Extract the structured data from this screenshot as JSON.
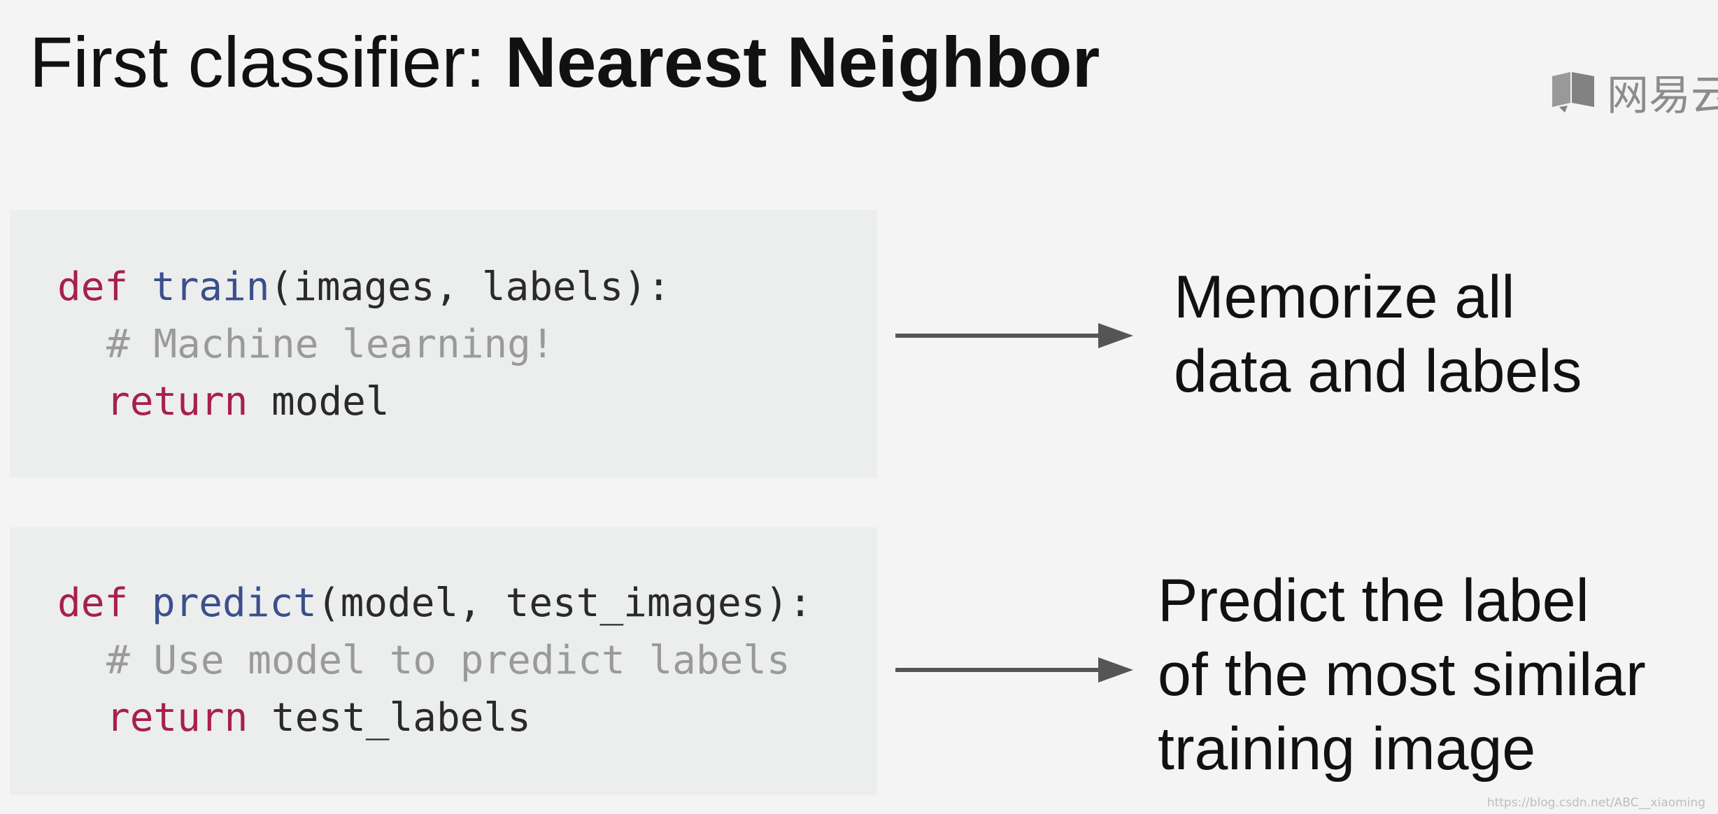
{
  "title": {
    "prefix": "First classifier: ",
    "bold": "Nearest Neighbor"
  },
  "watermark": {
    "text": "网易云",
    "icon": "chat-bubble-icon"
  },
  "code": {
    "train": {
      "def_kw": "def",
      "fn_name": "train",
      "signature": "(images, labels):",
      "comment": "# Machine learning!",
      "return_kw": "return",
      "return_value": "model"
    },
    "predict": {
      "def_kw": "def",
      "fn_name": "predict",
      "signature": "(model, test_images):",
      "comment": "# Use model to predict labels",
      "return_kw": "return",
      "return_value": "test_labels"
    }
  },
  "descriptions": {
    "train": [
      "Memorize all",
      "data and labels"
    ],
    "predict": [
      "Predict the label",
      "of the most similar",
      "training image"
    ]
  },
  "footer": {
    "url": "https://blog.csdn.net/ABC__xiaoming"
  },
  "colors": {
    "keyword": "#a7204b",
    "function_name": "#3b4f8c",
    "comment": "#9a9a9a",
    "arrow": "#555555"
  }
}
